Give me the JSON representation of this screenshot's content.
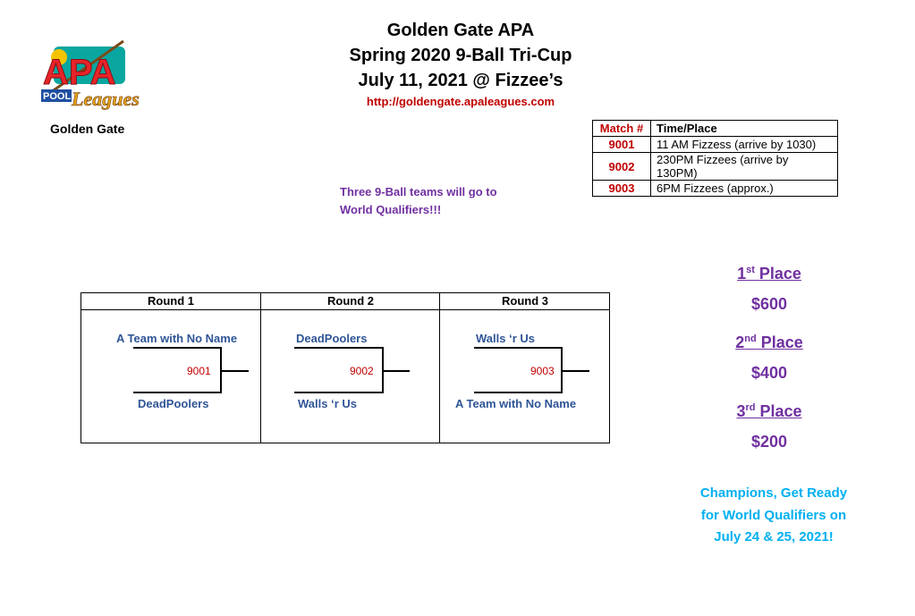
{
  "logo": {
    "caption": "Golden Gate",
    "brand_text": "APA",
    "sub_text_pool": "POOL",
    "sub_text_leagues": "Leagues"
  },
  "header": {
    "line1": "Golden Gate APA",
    "line2": "Spring 2020 9-Ball Tri-Cup",
    "line3": "July 11, 2021 @ Fizzee’s",
    "url": "http://goldengate.apaleagues.com"
  },
  "schedule": {
    "headers": [
      "Match #",
      "Time/Place"
    ],
    "rows": [
      {
        "match": "9001",
        "time": "11 AM Fizzess (arrive by 1030)"
      },
      {
        "match": "9002",
        "time": "230PM Fizzees (arrive by 130PM)"
      },
      {
        "match": "9003",
        "time": "6PM Fizzees (approx.)"
      }
    ]
  },
  "note": {
    "line1": "Three 9-Ball teams will go to",
    "line2": "World Qualifiers!!!"
  },
  "bracket": {
    "rounds": [
      {
        "title": "Round 1",
        "top_team": "A Team with No Name",
        "match": "9001",
        "bottom_team": "DeadPoolers"
      },
      {
        "title": "Round 2",
        "top_team": "DeadPoolers",
        "match": "9002",
        "bottom_team": "Walls ‘r Us"
      },
      {
        "title": "Round 3",
        "top_team": "Walls ‘r Us",
        "match": "9003",
        "bottom_team": "A Team with No Name"
      }
    ]
  },
  "prizes": [
    {
      "num": "1",
      "suffix": "st",
      "word": "Place",
      "amount": "$600"
    },
    {
      "num": "2",
      "suffix": "nd",
      "word": "Place",
      "amount": "$400"
    },
    {
      "num": "3",
      "suffix": "rd",
      "word": "Place",
      "amount": "$200"
    }
  ],
  "champions": {
    "line1": "Champions, Get Ready",
    "line2": "for World Qualifiers on",
    "line3": "July 24 & 25, 2021!"
  },
  "colors": {
    "red": "#c00000",
    "purple": "#7030a0",
    "blue": "#2f5597",
    "cyan": "#00b0f0"
  }
}
